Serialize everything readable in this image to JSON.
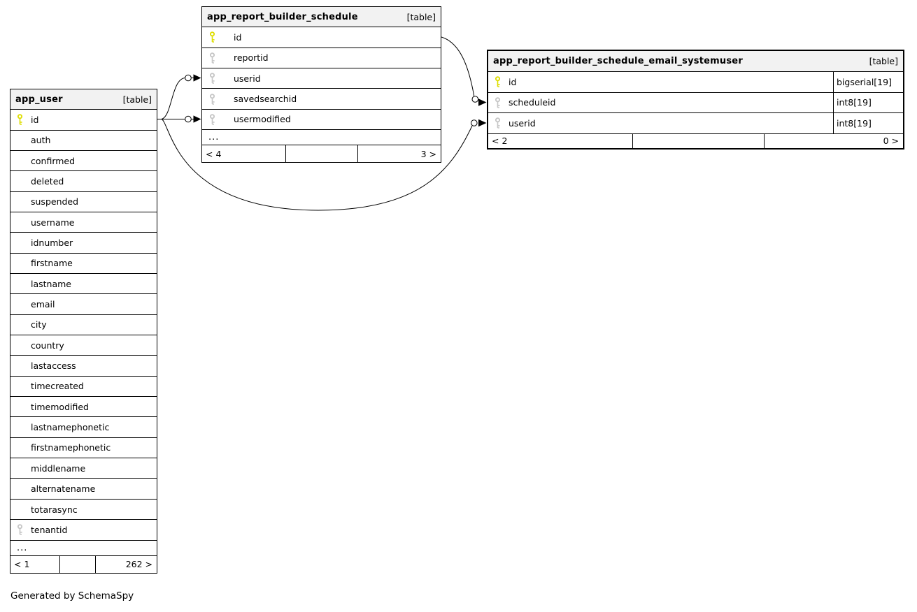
{
  "page": {
    "footer_note": "Generated by SchemaSpy"
  },
  "colors": {
    "primary_key": "#dede00",
    "foreign_key": "#c6c6c6",
    "header_bg": "#f2f2f2",
    "border": "#000000",
    "background": "#ffffff"
  },
  "tables": [
    {
      "id": "app_user",
      "title": "app_user",
      "badge": "[table]",
      "highlight": false,
      "columns": [
        {
          "name": "id",
          "key": "primary"
        },
        {
          "name": "auth"
        },
        {
          "name": "confirmed"
        },
        {
          "name": "deleted"
        },
        {
          "name": "suspended"
        },
        {
          "name": "username"
        },
        {
          "name": "idnumber"
        },
        {
          "name": "firstname"
        },
        {
          "name": "lastname"
        },
        {
          "name": "email"
        },
        {
          "name": "city"
        },
        {
          "name": "country"
        },
        {
          "name": "lastaccess"
        },
        {
          "name": "timecreated"
        },
        {
          "name": "timemodified"
        },
        {
          "name": "lastnamephonetic"
        },
        {
          "name": "firstnamephonetic"
        },
        {
          "name": "middlename"
        },
        {
          "name": "alternatename"
        },
        {
          "name": "totarasync"
        },
        {
          "name": "tenantid",
          "key": "foreign"
        }
      ],
      "ellipsis": "...",
      "footer": [
        "< 1",
        "",
        "262 >"
      ]
    },
    {
      "id": "app_report_builder_schedule",
      "title": "app_report_builder_schedule",
      "badge": "[table]",
      "highlight": false,
      "columns": [
        {
          "name": "id",
          "key": "primary"
        },
        {
          "name": "reportid",
          "key": "foreign"
        },
        {
          "name": "userid",
          "key": "foreign"
        },
        {
          "name": "savedsearchid",
          "key": "foreign"
        },
        {
          "name": "usermodified",
          "key": "foreign"
        }
      ],
      "ellipsis": "...",
      "footer": [
        "< 4",
        "",
        "3 >"
      ]
    },
    {
      "id": "app_report_builder_schedule_email_systemuser",
      "title": "app_report_builder_schedule_email_systemuser",
      "badge": "[table]",
      "highlight": true,
      "columns": [
        {
          "name": "id",
          "key": "primary",
          "type": "bigserial[19]"
        },
        {
          "name": "scheduleid",
          "key": "foreign",
          "type": "int8[19]"
        },
        {
          "name": "userid",
          "key": "foreign",
          "type": "int8[19]"
        }
      ],
      "footer": [
        "< 2",
        "",
        "0 >"
      ]
    }
  ],
  "relationships": [
    {
      "from": "app_user.id",
      "to": "app_report_builder_schedule.userid"
    },
    {
      "from": "app_user.id",
      "to": "app_report_builder_schedule.usermodified"
    },
    {
      "from": "app_user.id",
      "to": "app_report_builder_schedule_email_systemuser.userid"
    },
    {
      "from": "app_report_builder_schedule.id",
      "to": "app_report_builder_schedule_email_systemuser.scheduleid"
    }
  ]
}
